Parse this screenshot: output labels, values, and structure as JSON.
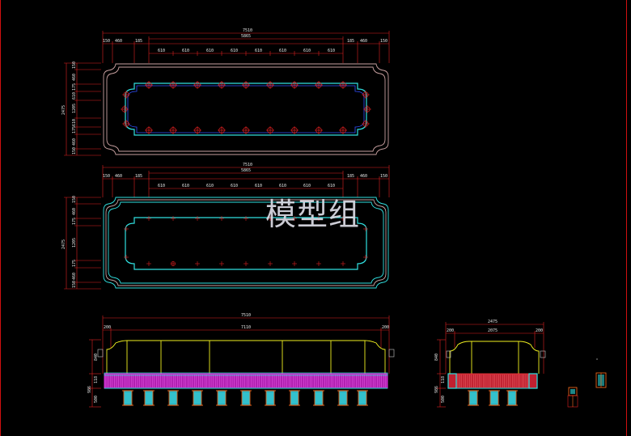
{
  "watermark": "模型组",
  "colors": {
    "background": "#000000",
    "dimension": "#e02020",
    "text": "#e8e8e8",
    "outline": "#c8a0a0",
    "cyan": "#30e0e0",
    "blue": "#3050ff",
    "yellow": "#f0f020",
    "magenta": "#e020e0",
    "orange": "#ff7020"
  },
  "plan_top": {
    "overall": "7510",
    "inner_span": "5865",
    "left_segments": [
      "150",
      "460",
      "185"
    ],
    "right_segments": [
      "185",
      "460",
      "150"
    ],
    "bay_labels": [
      "610",
      "610",
      "610",
      "610",
      "610",
      "610",
      "610",
      "610"
    ],
    "height_total": "2475",
    "left_heights": [
      "150",
      "460",
      "175",
      "610",
      "1205",
      "610",
      "175",
      "460",
      "150"
    ]
  },
  "plan_bottom": {
    "overall": "7510",
    "inner_span": "5865",
    "left_segments": [
      "150",
      "460",
      "185"
    ],
    "right_segments": [
      "185",
      "460",
      "150"
    ],
    "bay_labels": [
      "610",
      "610",
      "610",
      "610",
      "610",
      "610",
      "610",
      "610"
    ],
    "height_total": "2475",
    "left_heights": [
      "150",
      "460",
      "175",
      "1205",
      "175",
      "460",
      "150"
    ]
  },
  "elevation_long": {
    "overall": "7510",
    "inner": "7110",
    "side_left": "200",
    "side_right": "200",
    "heights": [
      "840",
      "118",
      "986",
      "500"
    ]
  },
  "elevation_short": {
    "overall": "2475",
    "inner": "2075",
    "side_left": "200",
    "side_right": "200",
    "heights": [
      "840",
      "118",
      "986",
      "500"
    ]
  }
}
